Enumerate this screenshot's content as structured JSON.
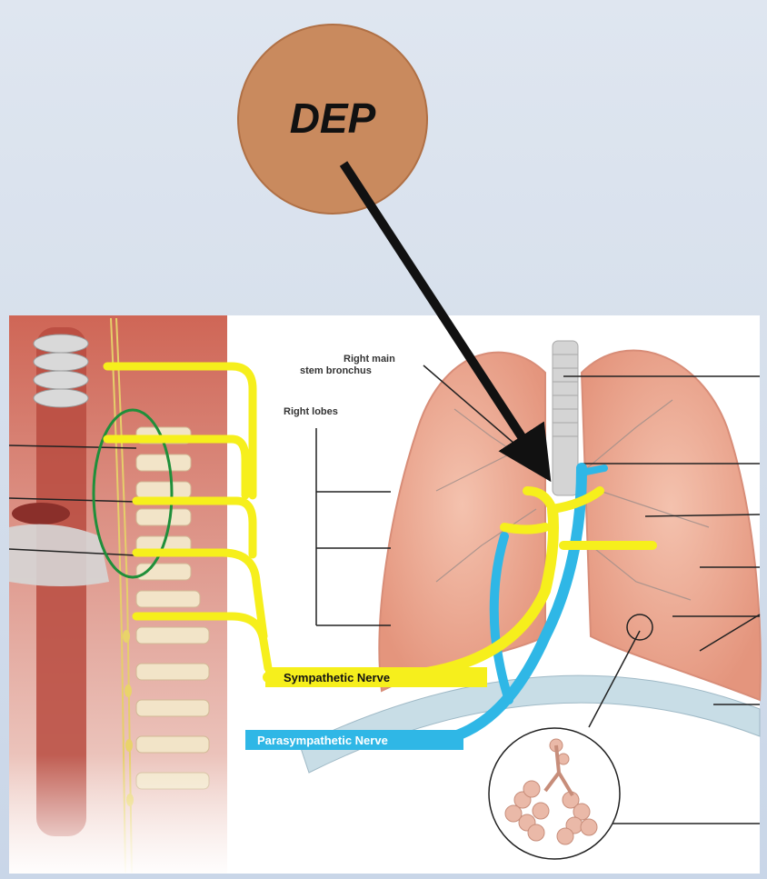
{
  "badge": {
    "text": "DEP",
    "fill": "#c98a5e",
    "stroke": "#b07045"
  },
  "labels": {
    "right_main_line1": "Right main",
    "right_main_line2": "stem bronchus",
    "right_lobes": "Right lobes"
  },
  "nerves": {
    "sympathetic": {
      "label": "Sympathetic Nerve",
      "color": "#f6ef1c",
      "text_color": "#111111"
    },
    "parasympathetic": {
      "label": "Parasympathetic Nerve",
      "color": "#2fb7e6",
      "text_color": "#ffffff"
    }
  },
  "colors": {
    "lung": "#eaa58f",
    "lung_edge": "#d88d78",
    "trachea": "#cfcfcf",
    "muscle": "#c85a4d",
    "diaphragm": "#c8dde6",
    "ganglion_circle": "#1f8f3a",
    "arrow": "#111111"
  }
}
